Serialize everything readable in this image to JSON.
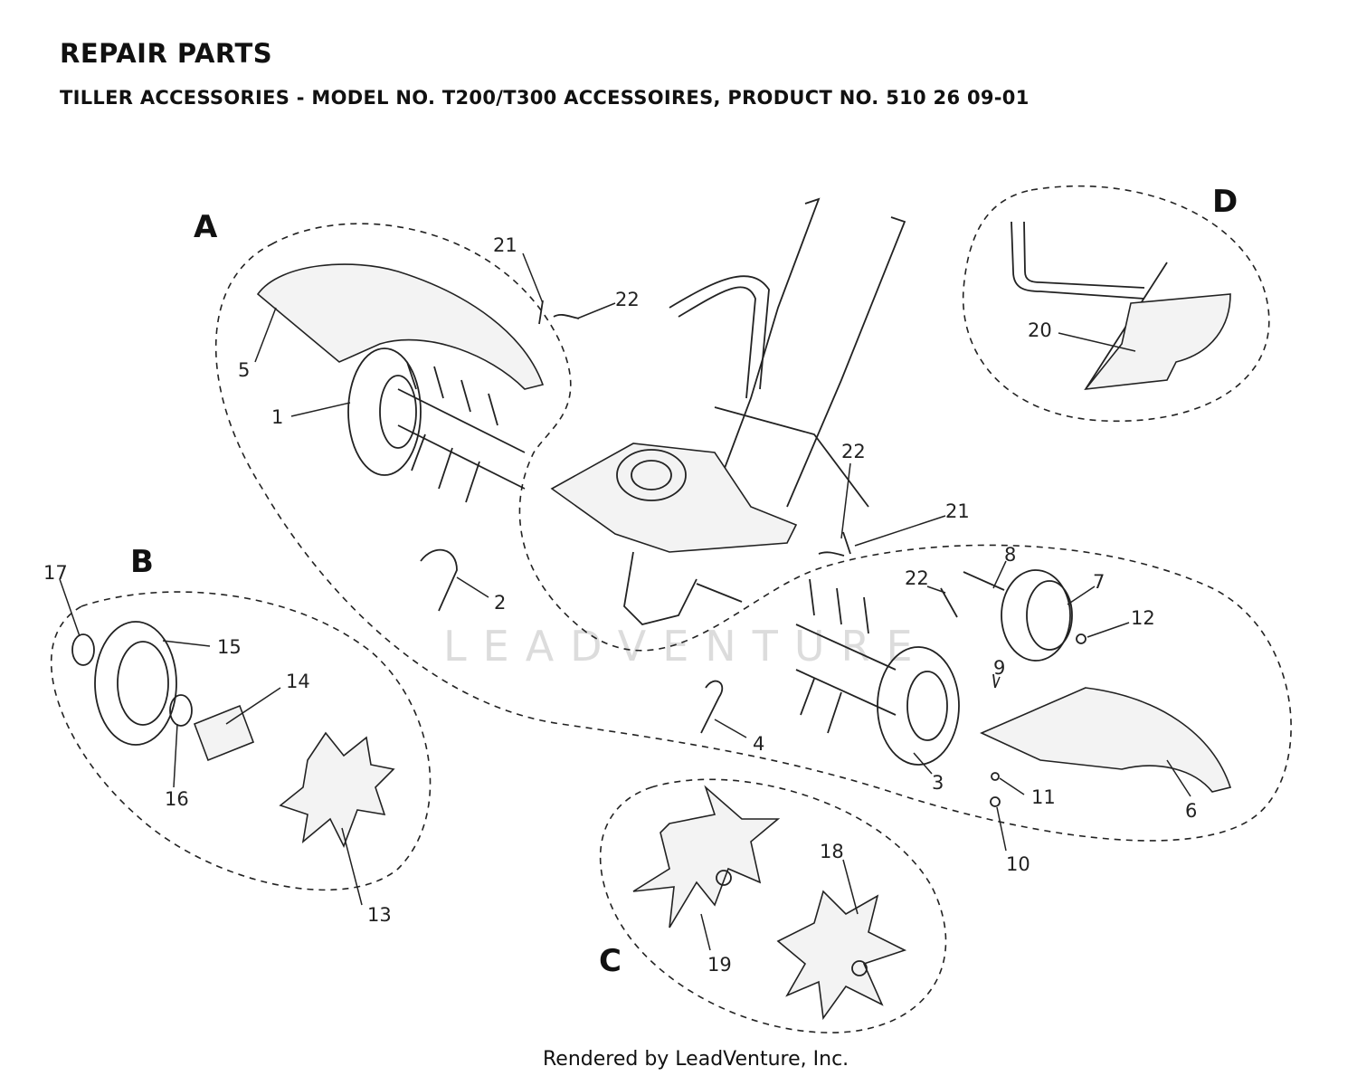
{
  "header": {
    "title": "REPAIR PARTS",
    "subtitle": "TILLER ACCESSORIES - MODEL NO. T200/T300 ACCESSOIRES, PRODUCT NO. 510 26 09-01"
  },
  "groups": [
    "A",
    "B",
    "C",
    "D"
  ],
  "callouts": [
    "1",
    "2",
    "3",
    "4",
    "5",
    "6",
    "7",
    "8",
    "9",
    "10",
    "11",
    "12",
    "13",
    "14",
    "15",
    "16",
    "17",
    "18",
    "19",
    "20",
    "21",
    "22",
    "21",
    "22",
    "22"
  ],
  "watermark": "LEADVENTURE",
  "footer": "Rendered by LeadVenture, Inc."
}
